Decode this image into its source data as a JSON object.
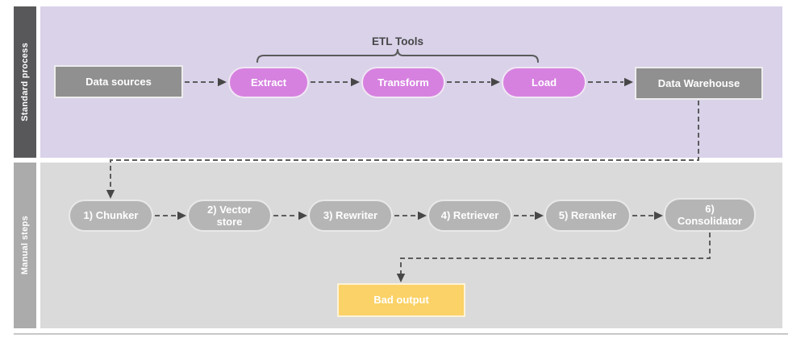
{
  "diagram": {
    "lanes": [
      {
        "label": "Standard process"
      },
      {
        "label": "Manual steps"
      }
    ],
    "etl_group_label": "ETL Tools",
    "standard": {
      "data_sources": "Data sources",
      "extract": "Extract",
      "transform": "Transform",
      "load": "Load",
      "data_warehouse": "Data Warehouse"
    },
    "manual": {
      "chunker": "1) Chunker",
      "vector_store": "2) Vector store",
      "rewriter": "3) Rewriter",
      "retriever": "4) Retriever",
      "reranker": "5) Reranker",
      "consolidator": "6) Consolidator"
    },
    "output": {
      "bad_output": "Bad output"
    },
    "colors": {
      "lane_standard_bg": "#d9d2e9",
      "lane_manual_bg": "#dadada",
      "band_standard": "#58585b",
      "band_manual": "#ababab",
      "node_gray": "#909090",
      "node_pink": "#d681e0",
      "node_manual_gray": "#b5b5b5",
      "node_warning_yellow": "#fbd267",
      "connector": "#5c5c5c"
    }
  }
}
